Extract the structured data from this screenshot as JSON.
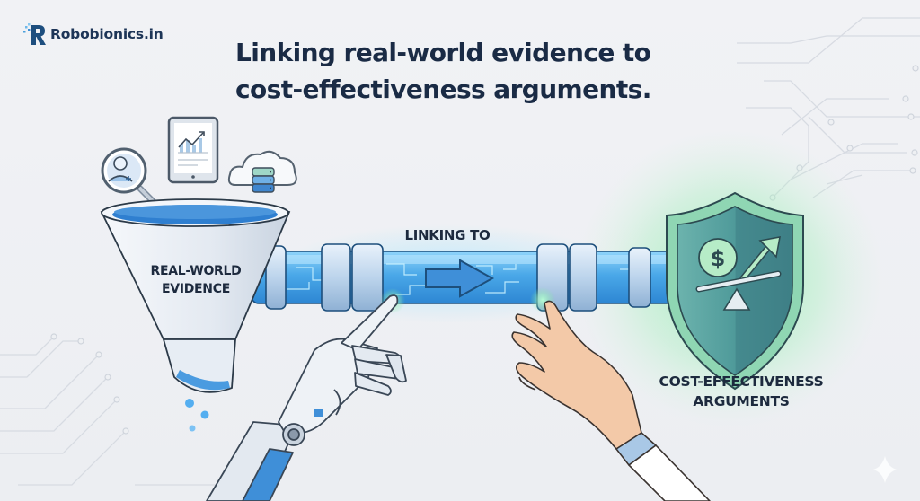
{
  "brand": {
    "name": "Robobionics.in",
    "logo_icon": "stylized-R-with-pixel-dots",
    "color": "#1d3557",
    "accent": "#3a8fd6"
  },
  "header": {
    "title_line1": "Linking real-world evidence to",
    "title_line2": "cost-effectiveness arguments.",
    "title_color": "#1a2b45"
  },
  "diagram": {
    "source": {
      "label_line1": "REAL-WORLD",
      "label_line2": "EVIDENCE",
      "shape": "funnel",
      "input_icons": [
        "patient-search-magnifier-icon",
        "tablet-chart-icon",
        "cloud-database-icon"
      ]
    },
    "connector": {
      "label": "LINKING TO",
      "shape": "glowing-pipe",
      "icon": "arrow-right-icon"
    },
    "target": {
      "label_line1": "COST-EFFECTIVENESS",
      "label_line2": "ARGUMENTS",
      "shape": "shield",
      "icons": [
        "dollar-coin-icon",
        "trend-up-arrow-icon",
        "balance-scale-icon"
      ]
    },
    "actors": [
      "robotic-hand",
      "human-hand"
    ]
  },
  "colors": {
    "background": "#eef0f3",
    "pipe_blue": "#4aa8e8",
    "pipe_glow": "#9fe0ff",
    "shield_teal": "#4f9a9a",
    "shield_glow": "#7de8a0",
    "funnel_liquid": "#2f7fd0",
    "skin": "#f3c9a8"
  }
}
